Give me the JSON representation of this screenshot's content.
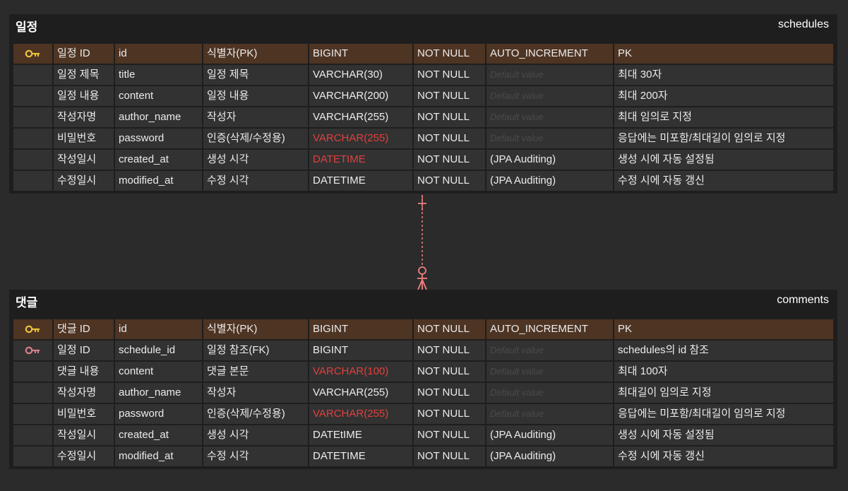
{
  "tables": [
    {
      "logical_name": "일정",
      "physical_name": "schedules",
      "rows": [
        {
          "key": "pk",
          "cols": [
            "일정 ID",
            "id",
            "식별자(PK)",
            "BIGINT",
            "NOT NULL",
            "AUTO_INCREMENT",
            "PK"
          ],
          "highlight_type": false,
          "default_placeholder": false
        },
        {
          "key": "",
          "cols": [
            "일정 제목",
            "title",
            "일정 제목",
            "VARCHAR(30)",
            "NOT NULL",
            "Default value",
            "최대 30자"
          ],
          "highlight_type": false,
          "default_placeholder": true
        },
        {
          "key": "",
          "cols": [
            "일정 내용",
            "content",
            "일정 내용",
            "VARCHAR(200)",
            "NOT NULL",
            "Default value",
            "최대 200자"
          ],
          "highlight_type": false,
          "default_placeholder": true
        },
        {
          "key": "",
          "cols": [
            "작성자명",
            "author_name",
            "작성자",
            "VARCHAR(255)",
            "NOT NULL",
            "Default value",
            "최대 임의로 지정"
          ],
          "highlight_type": false,
          "default_placeholder": true
        },
        {
          "key": "",
          "cols": [
            "비밀번호",
            "password",
            "인증(삭제/수정용)",
            "VARCHAR(255)",
            "NOT NULL",
            "Default value",
            "응답에는 미포함/최대길이 임의로 지정"
          ],
          "highlight_type": true,
          "default_placeholder": true
        },
        {
          "key": "",
          "cols": [
            "작성일시",
            "created_at",
            "생성 시각",
            "DATETIME",
            "NOT NULL",
            "(JPA Auditing)",
            "생성 시에 자동 설정됨"
          ],
          "highlight_type": true,
          "default_placeholder": false
        },
        {
          "key": "",
          "cols": [
            "수정일시",
            "modified_at",
            "수정 시각",
            "DATETIME",
            "NOT NULL",
            "(JPA Auditing)",
            "수정 시에 자동 갱신"
          ],
          "highlight_type": false,
          "default_placeholder": false
        }
      ]
    },
    {
      "logical_name": "댓글",
      "physical_name": "comments",
      "rows": [
        {
          "key": "pk",
          "cols": [
            "댓글 ID",
            "id",
            "식별자(PK)",
            "BIGINT",
            "NOT NULL",
            "AUTO_INCREMENT",
            "PK"
          ],
          "highlight_type": false,
          "default_placeholder": false
        },
        {
          "key": "fk",
          "cols": [
            "일정 ID",
            "schedule_id",
            "일정 참조(FK)",
            "BIGINT",
            "NOT NULL",
            "Default value",
            "schedules의 id 참조"
          ],
          "highlight_type": false,
          "default_placeholder": true
        },
        {
          "key": "",
          "cols": [
            "댓글 내용",
            "content",
            "댓글 본문",
            "VARCHAR(100)",
            "NOT NULL",
            "Default value",
            "최대 100자"
          ],
          "highlight_type": true,
          "default_placeholder": true
        },
        {
          "key": "",
          "cols": [
            "작성자명",
            "author_name",
            "작성자",
            "VARCHAR(255)",
            "NOT NULL",
            "Default value",
            "최대길이 임의로 지정"
          ],
          "highlight_type": false,
          "default_placeholder": true
        },
        {
          "key": "",
          "cols": [
            "비밀번호",
            "password",
            "인증(삭제/수정용)",
            "VARCHAR(255)",
            "NOT NULL",
            "Default value",
            "응답에는 미포함/최대길이 임의로 지정"
          ],
          "highlight_type": true,
          "default_placeholder": true
        },
        {
          "key": "",
          "cols": [
            "작성일시",
            "created_at",
            "생성 시각",
            "DATEtIME",
            "NOT NULL",
            "(JPA Auditing)",
            "생성 시에 자동 설정됨"
          ],
          "highlight_type": false,
          "default_placeholder": false
        },
        {
          "key": "",
          "cols": [
            "수정일시",
            "modified_at",
            "수정 시각",
            "DATETIME",
            "NOT NULL",
            "(JPA Auditing)",
            "수정 시에 자동 갱신"
          ],
          "highlight_type": false,
          "default_placeholder": false
        }
      ]
    }
  ],
  "relationship": {
    "from": "schedules",
    "to": "comments",
    "from_cardinality": "one-only",
    "to_cardinality": "zero-or-many",
    "line_color": "#f08080"
  },
  "colors": {
    "pk_key": "#e8c33a",
    "fk_key": "#d87f8a",
    "pk_row": "#4e3423",
    "highlight_text": "#e0403f"
  }
}
